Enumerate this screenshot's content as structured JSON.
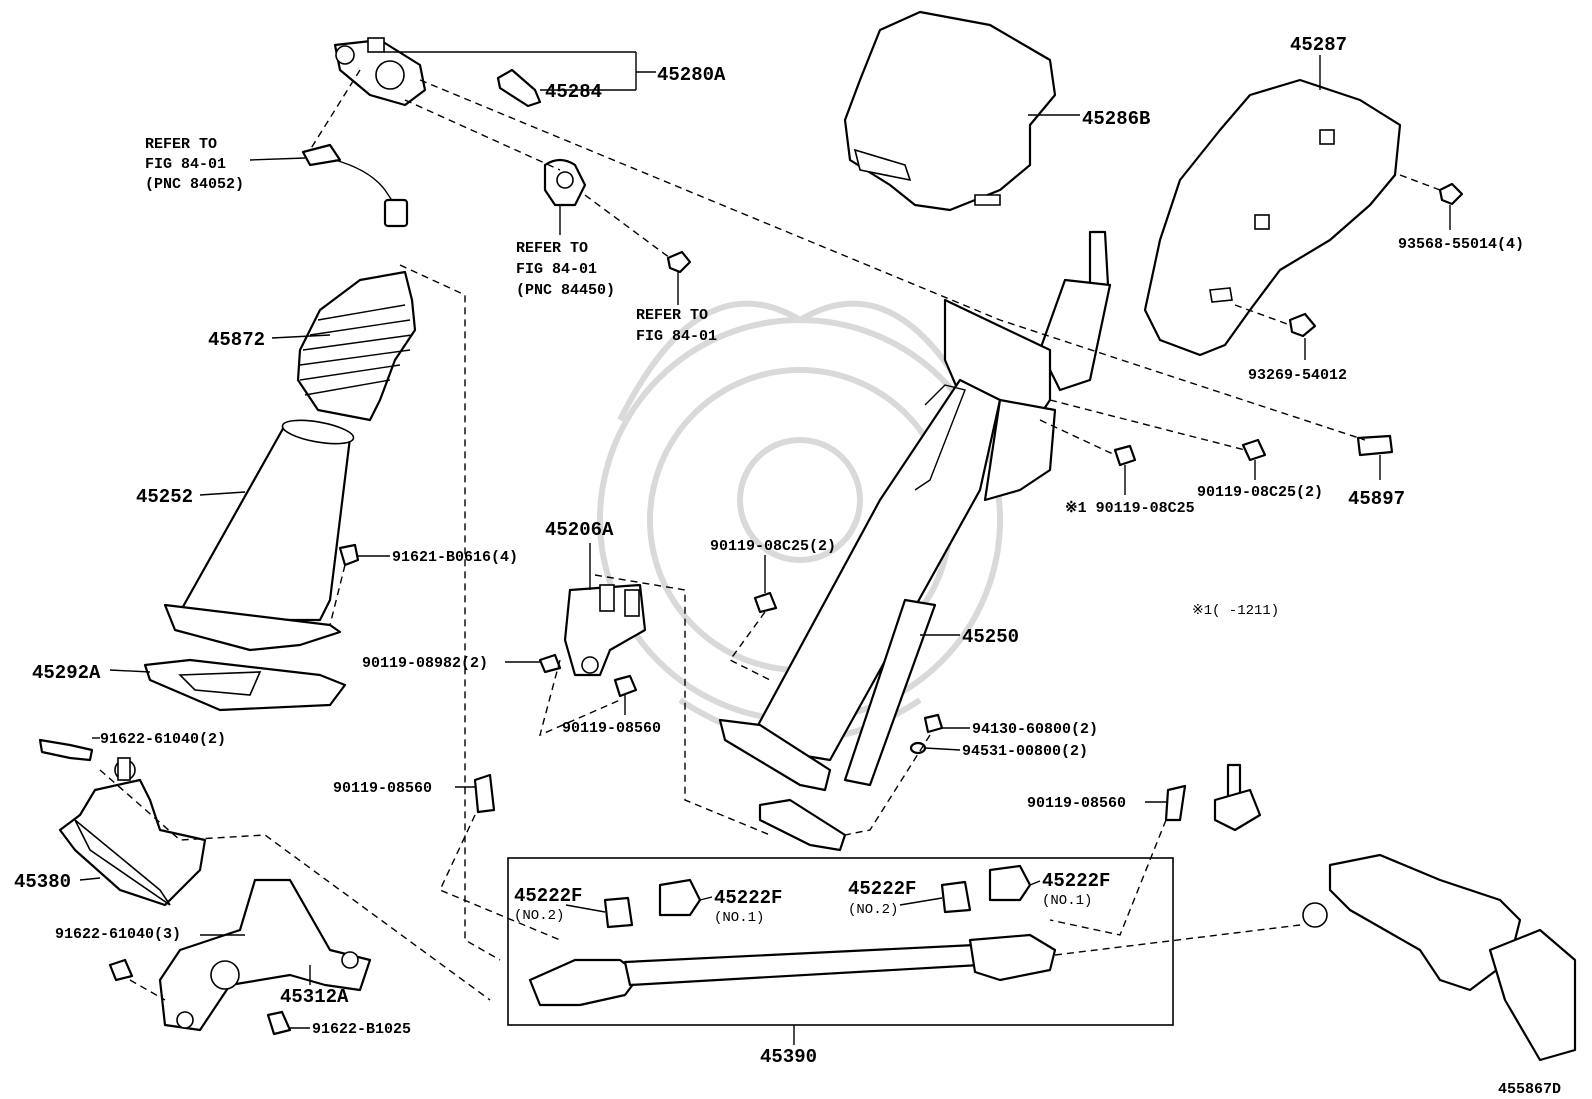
{
  "diagram_id": "455867D",
  "note": {
    "marker": "※1",
    "text": "( -1211)"
  },
  "labels": {
    "p45280A": "45280A",
    "p45284": "45284",
    "p45286B": "45286B",
    "p45287": "45287",
    "p93568": "93568-55014(4)",
    "p93269": "93269-54012",
    "ref1_line1": "REFER TO",
    "ref1_line2": "FIG 84-01",
    "ref1_line3": "(PNC 84052)",
    "ref2_line1": "REFER TO",
    "ref2_line2": "FIG 84-01",
    "ref2_line3": "(PNC 84450)",
    "ref3_line1": "REFER TO",
    "ref3_line2": "FIG 84-01",
    "p45872": "45872",
    "p45252": "45252",
    "p91621": "91621-B0616(4)",
    "p45292A": "45292A",
    "p45206A": "45206A",
    "p90119_08c25_2a": "90119-08C25(2)",
    "p90119_08982": "90119-08982(2)",
    "p90119_08560_a": "90119-08560",
    "p45250": "45250",
    "p90119_08c25_s1": "※1 90119-08C25",
    "p90119_08c25_2b": "90119-08C25(2)",
    "p45897": "45897",
    "p94130": "94130-60800(2)",
    "p94531": "94531-00800(2)",
    "p91622_61040_2": "91622-61040(2)",
    "p45380": "45380",
    "p91622_61040_3": "91622-61040(3)",
    "p45312A": "45312A",
    "p91622_b1025": "91622-B1025",
    "p90119_08560_b": "90119-08560",
    "p90119_08560_c": "90119-08560",
    "p45222F_a": "45222F",
    "p45222F_a_sub": "(NO.2)",
    "p45222F_b": "45222F",
    "p45222F_b_sub": "(NO.1)",
    "p45222F_c": "45222F",
    "p45222F_c_sub": "(NO.2)",
    "p45222F_d": "45222F",
    "p45222F_d_sub": "(NO.1)",
    "p45390": "45390"
  }
}
